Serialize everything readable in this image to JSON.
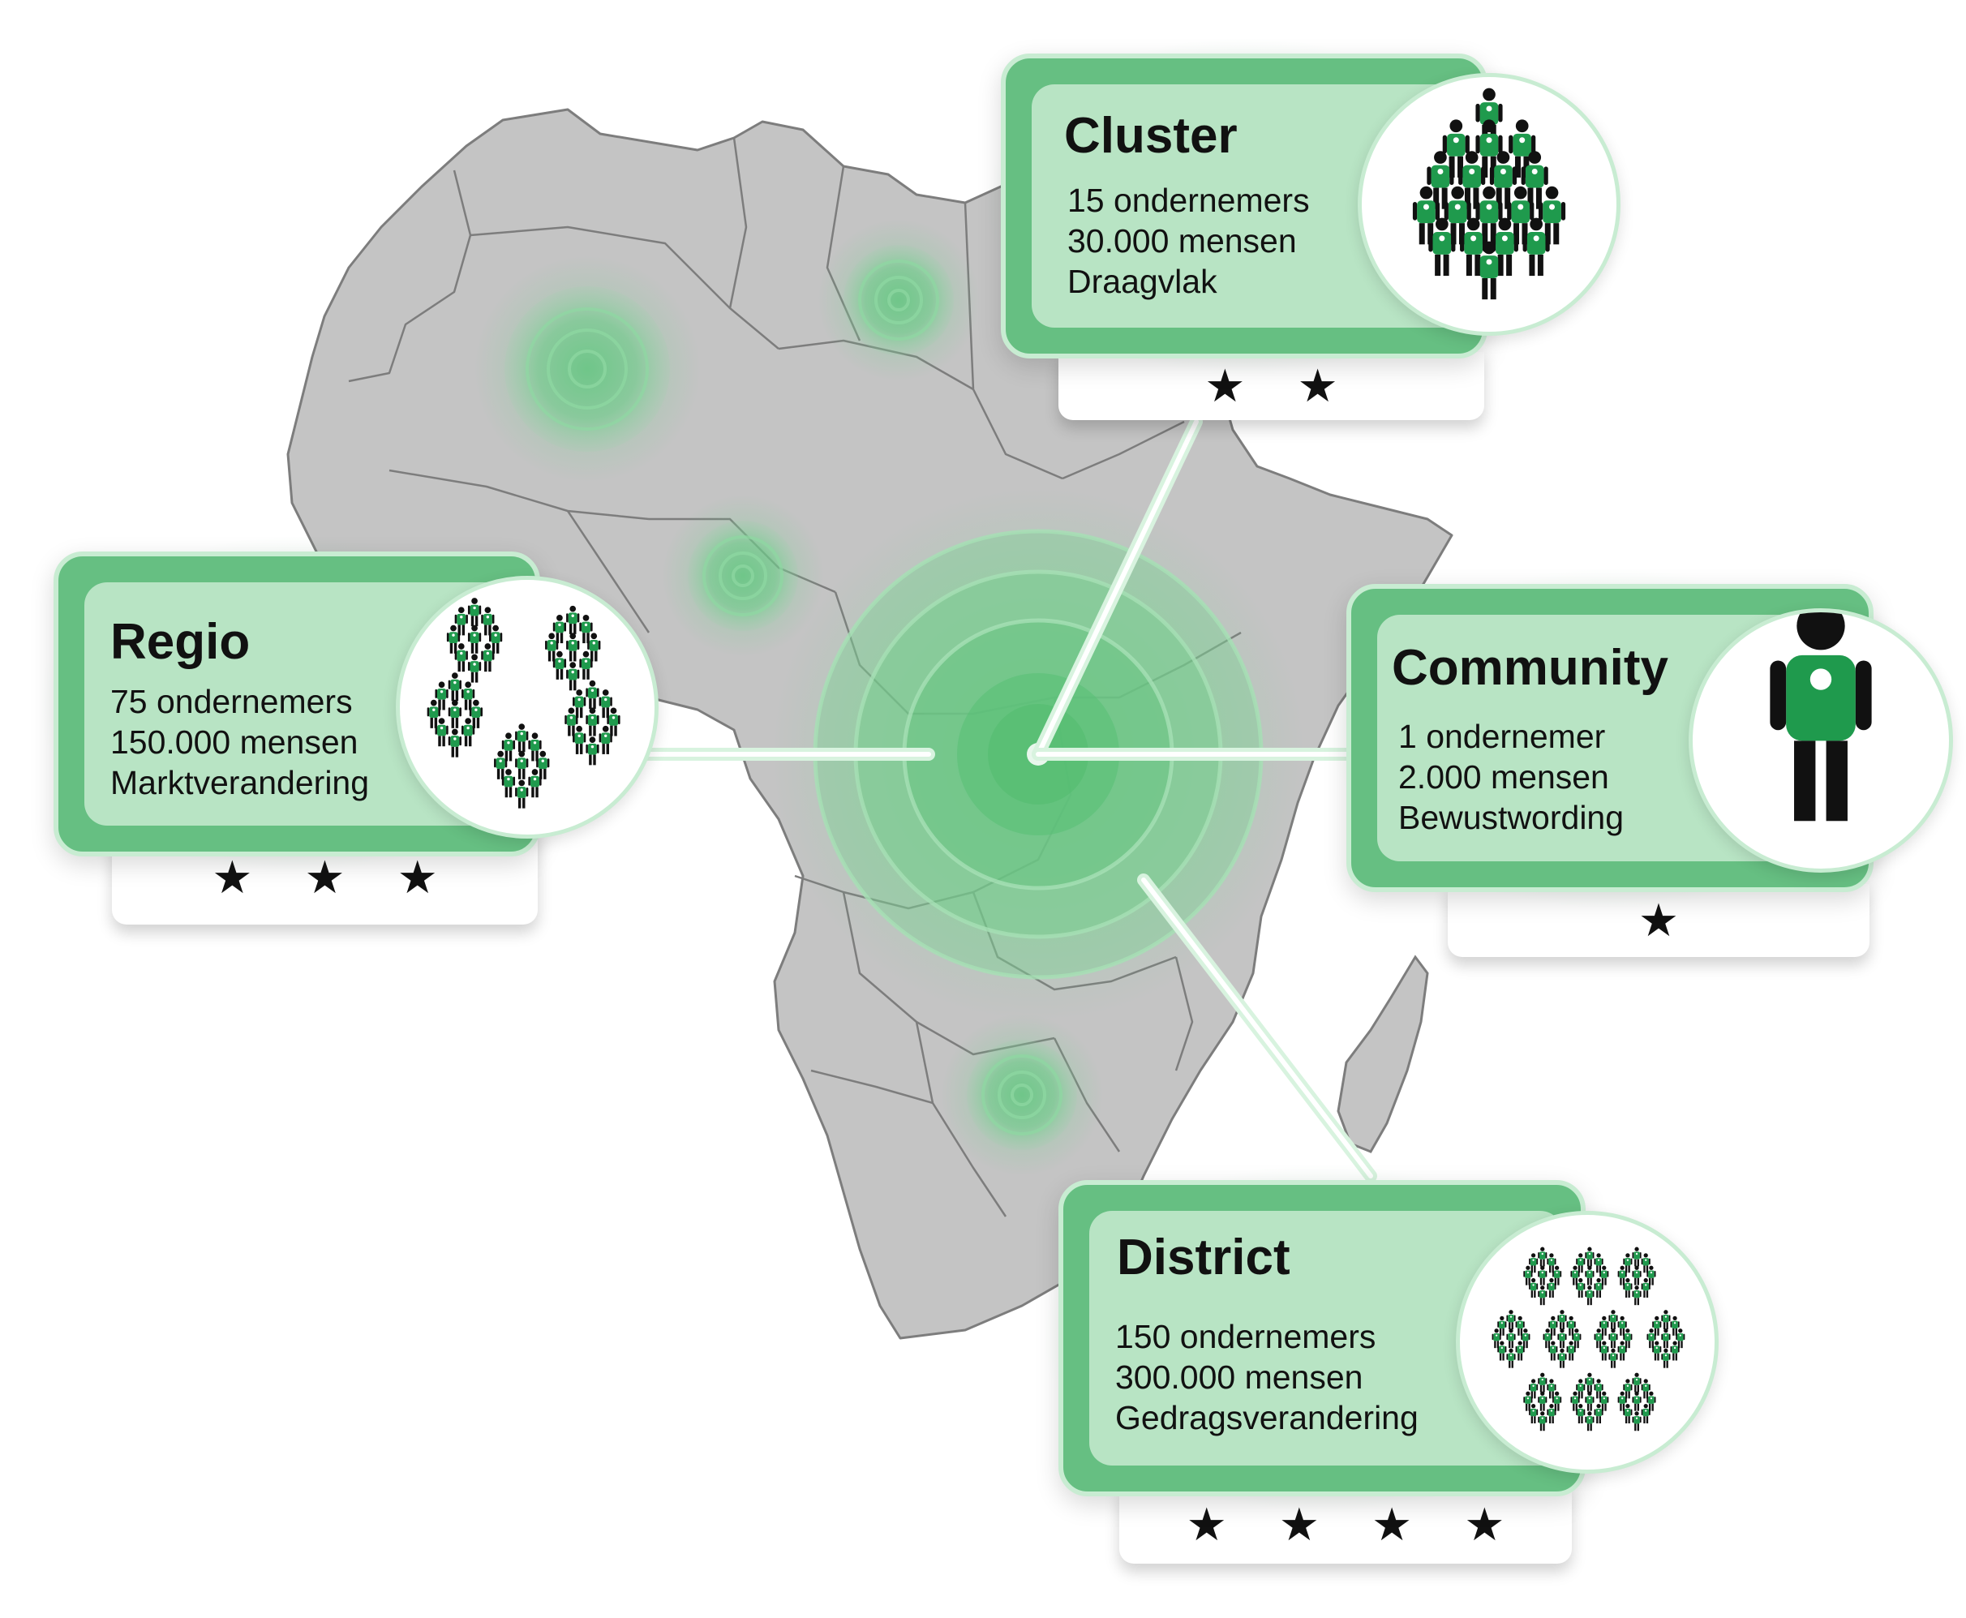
{
  "colors": {
    "map_fill": "#c4c4c4",
    "map_border": "#7d7d7d",
    "card_dark": "#66bf82",
    "card_light": "#b8e4c4",
    "card_border": "#c8ecd2",
    "figure_green": "#1f9a4d",
    "figure_black": "#111111"
  },
  "map": {
    "region": "Africa",
    "hotspot_icon": "concentric-circles-icon"
  },
  "cards": {
    "cluster": {
      "title": "Cluster",
      "lines": [
        "15 ondernemers",
        "30.000 mensen",
        "Draagvlak"
      ],
      "stars": 2,
      "icon": "people-group-icon"
    },
    "regio": {
      "title": "Regio",
      "lines": [
        "75 ondernemers",
        "150.000 mensen",
        "Marktverandering"
      ],
      "stars": 3,
      "icon": "people-groups-icon"
    },
    "community": {
      "title": "Community",
      "lines": [
        "1 ondernemer",
        "2.000 mensen",
        "Bewustwording"
      ],
      "stars": 1,
      "icon": "person-icon"
    },
    "district": {
      "title": "District",
      "lines": [
        "150 ondernemers",
        "300.000 mensen",
        "Gedragsverandering"
      ],
      "stars": 4,
      "icon": "people-many-groups-icon"
    }
  }
}
